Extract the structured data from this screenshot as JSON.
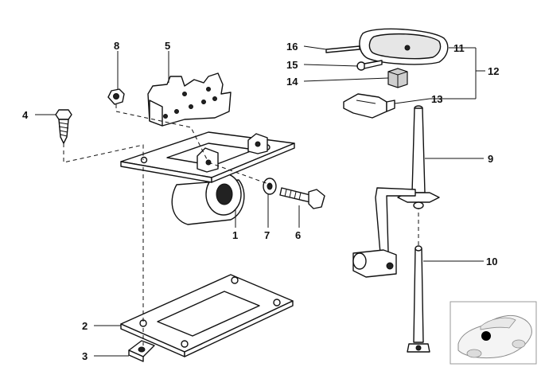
{
  "callouts": [
    {
      "id": "1",
      "text": "1"
    },
    {
      "id": "2",
      "text": "2"
    },
    {
      "id": "3",
      "text": "3"
    },
    {
      "id": "4",
      "text": "4"
    },
    {
      "id": "5",
      "text": "5"
    },
    {
      "id": "6",
      "text": "6"
    },
    {
      "id": "7",
      "text": "7"
    },
    {
      "id": "8",
      "text": "8"
    },
    {
      "id": "9",
      "text": "9"
    },
    {
      "id": "10",
      "text": "10"
    },
    {
      "id": "11",
      "text": "11"
    },
    {
      "id": "12",
      "text": "12"
    },
    {
      "id": "13",
      "text": "13"
    },
    {
      "id": "14",
      "text": "14"
    },
    {
      "id": "15",
      "text": "15"
    },
    {
      "id": "16",
      "text": "16"
    }
  ],
  "colors": {
    "ink": "#111111",
    "paper": "#ffffff",
    "thumbnail_border": "#999999",
    "marker": "#000000"
  },
  "icons": {
    "thumbnail": "car-location-icon"
  }
}
